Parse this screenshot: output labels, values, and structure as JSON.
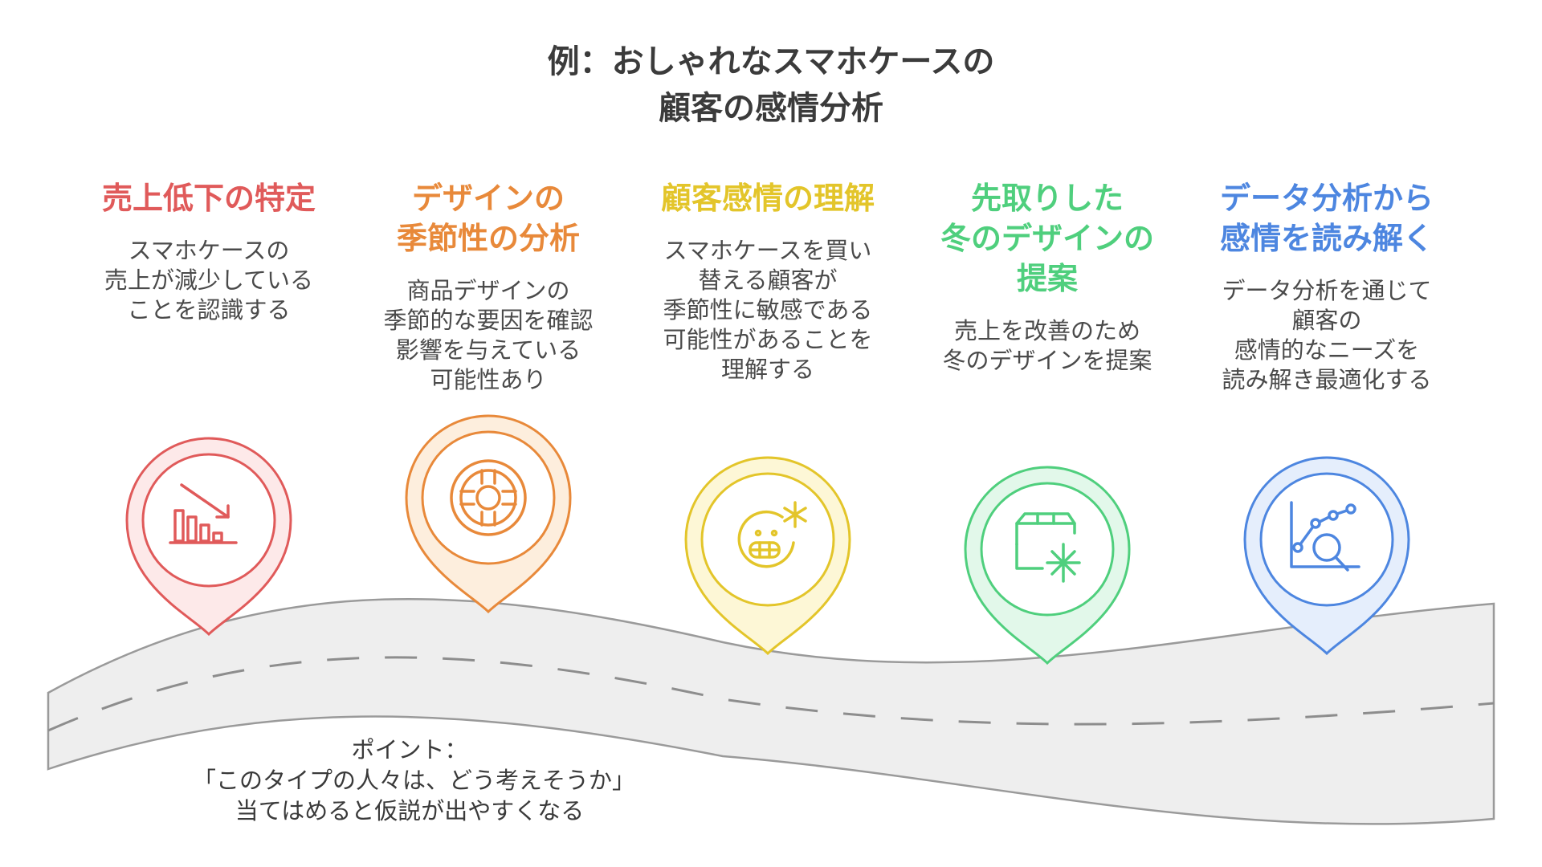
{
  "title": {
    "line1": "例：おしゃれなスマホケースの",
    "line2": "顧客の感情分析"
  },
  "steps": [
    {
      "heading": [
        "売上低下の特定"
      ],
      "desc": [
        "スマホケースの",
        "売上が減少している",
        "ことを認識する"
      ],
      "color": "#e05a5a",
      "fill": "#fde9e9",
      "icon": "declining-bar-chart-icon"
    },
    {
      "heading": [
        "デザインの",
        "季節性の分析"
      ],
      "desc": [
        "商品デザインの",
        "季節的な要因を確認",
        "影響を与えている",
        "可能性あり"
      ],
      "color": "#e8893a",
      "fill": "#fdeedd",
      "icon": "target-dial-icon"
    },
    {
      "heading": [
        "顧客感情の理解"
      ],
      "desc": [
        "スマホケースを買い",
        "替える顧客が",
        "季節性に敏感である",
        "可能性があることを",
        "理解する"
      ],
      "color": "#e3c52a",
      "fill": "#fdf7d6",
      "icon": "cold-face-icon"
    },
    {
      "heading": [
        "先取りした",
        "冬のデザインの",
        "提案"
      ],
      "desc": [
        "売上を改善のため",
        "冬のデザインを提案"
      ],
      "color": "#4fcf7d",
      "fill": "#e2f8ea",
      "icon": "winter-package-icon"
    },
    {
      "heading": [
        "データ分析から",
        "感情を読み解く"
      ],
      "desc": [
        "データ分析を通じて",
        "顧客の",
        "感情的なニーズを",
        "読み解き最適化する"
      ],
      "color": "#4d86e0",
      "fill": "#e5eefc",
      "icon": "chart-magnifier-icon"
    }
  ],
  "point": {
    "lines": [
      "ポイント：",
      "「このタイプの人々は、どう考えそうか」",
      "当てはめると仮説が出やすくなる"
    ]
  }
}
